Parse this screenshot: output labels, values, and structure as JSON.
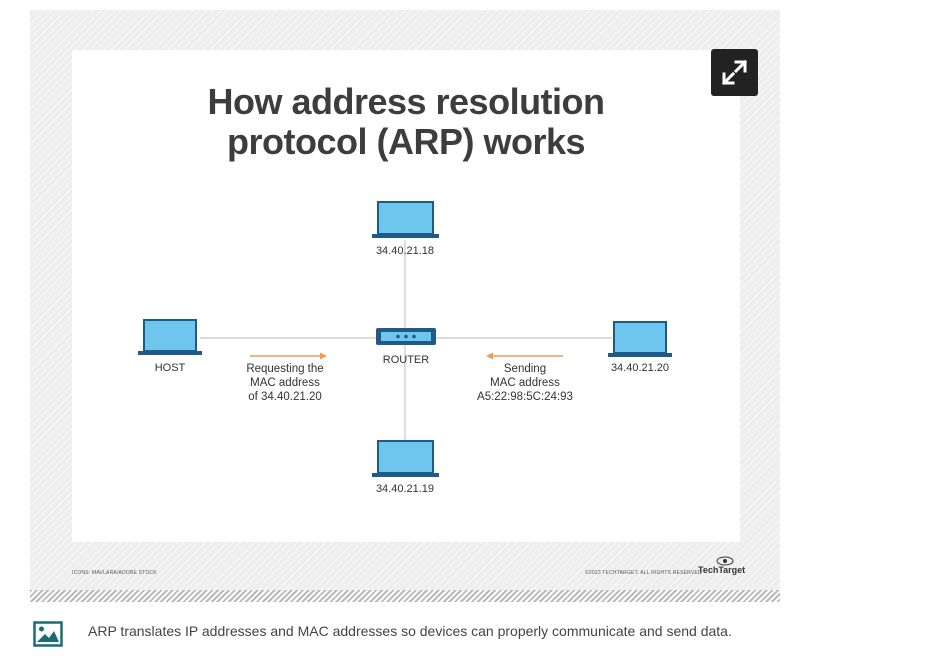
{
  "figure": {
    "title_line1": "How address resolution",
    "title_line2": "protocol (ARP) works",
    "diagram": {
      "top_device_ip": "34.40.21.18",
      "bottom_device_ip": "34.40.21.19",
      "host_label": "HOST",
      "router_label": "ROUTER",
      "right_device_ip": "34.40.21.20",
      "request_text": [
        "Requesting the",
        "MAC address",
        "of 34.40.21.20"
      ],
      "response_text": [
        "Sending",
        "MAC address",
        "A5:22:98:5C:24:93"
      ],
      "device_color": "#6ec6ee",
      "device_outline": "#1f5b86",
      "arrow_color": "#f39a52"
    },
    "credit_left": "ICONS: MAVLARA/ADOBE STOCK",
    "credit_right": "©2023 TECHTARGET. ALL RIGHTS RESERVED",
    "brand": "TechTarget"
  },
  "expand_button": {
    "icon": "expand-icon"
  },
  "caption": {
    "icon": "image-icon",
    "text": "ARP translates IP addresses and MAC addresses so devices can properly communicate and send data."
  }
}
